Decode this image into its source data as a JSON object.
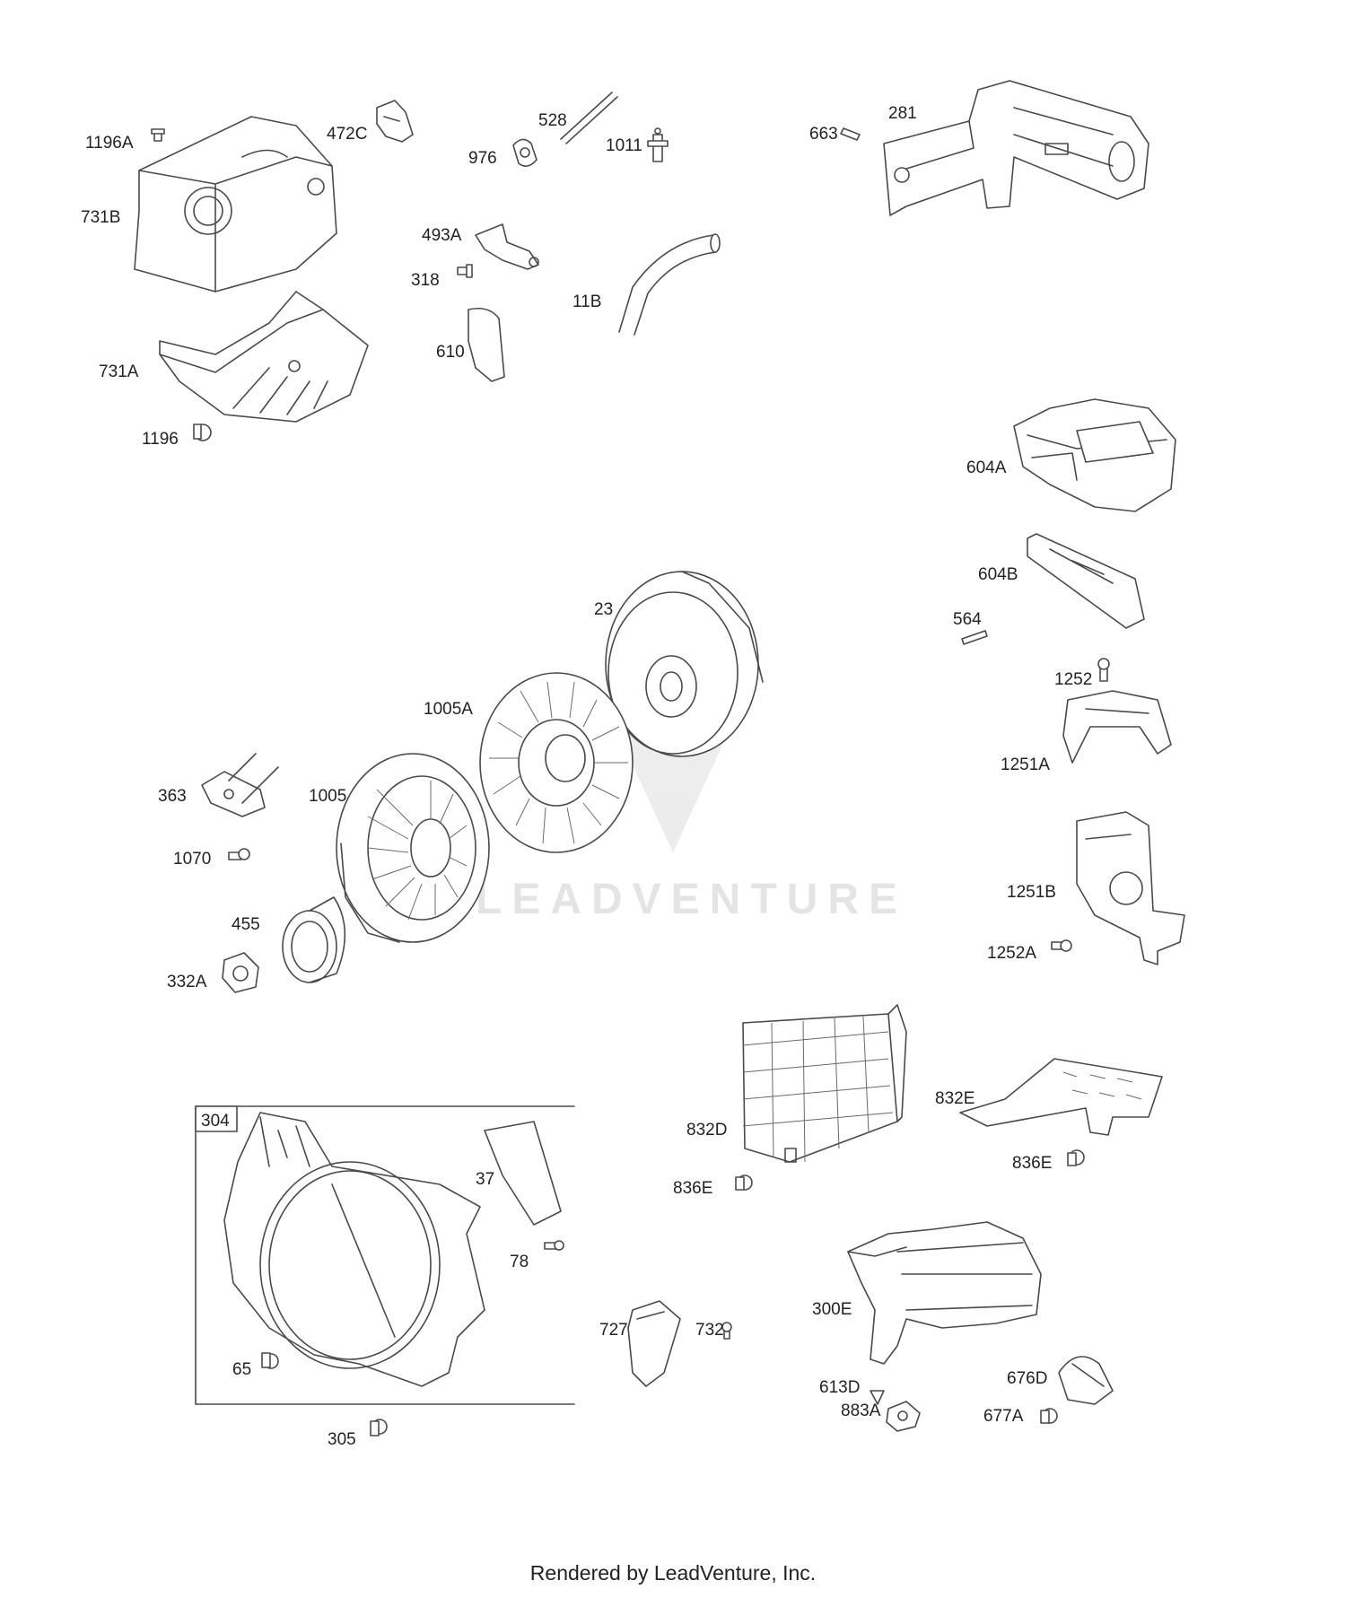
{
  "labels": {
    "l1196A": "1196A",
    "l731B": "731B",
    "l731A": "731A",
    "l1196": "1196",
    "l472C": "472C",
    "l528": "528",
    "l976": "976",
    "l1011": "1011",
    "l493A": "493A",
    "l318": "318",
    "l11B": "11B",
    "l610": "610",
    "l663": "663",
    "l281": "281",
    "l604A": "604A",
    "l604B": "604B",
    "l564": "564",
    "l1252": "1252",
    "l1251A": "1251A",
    "l1251B": "1251B",
    "l1252A": "1252A",
    "l23": "23",
    "l1005A": "1005A",
    "l1005": "1005",
    "l363": "363",
    "l1070": "1070",
    "l455": "455",
    "l332A": "332A",
    "l304": "304",
    "l37": "37",
    "l78": "78",
    "l65": "65",
    "l305": "305",
    "l727": "727",
    "l732": "732",
    "l832D": "832D",
    "l836E_a": "836E",
    "l832E": "832E",
    "l836E_b": "836E",
    "l300E": "300E",
    "l613D": "613D",
    "l883A": "883A",
    "l676D": "676D",
    "l677A": "677A"
  },
  "watermark": "LEADVENTURE",
  "footer": "Rendered by LeadVenture, Inc.",
  "colors": {
    "line": "#4a4a4a",
    "text": "#222222",
    "watermark": "#e2e2e2"
  }
}
